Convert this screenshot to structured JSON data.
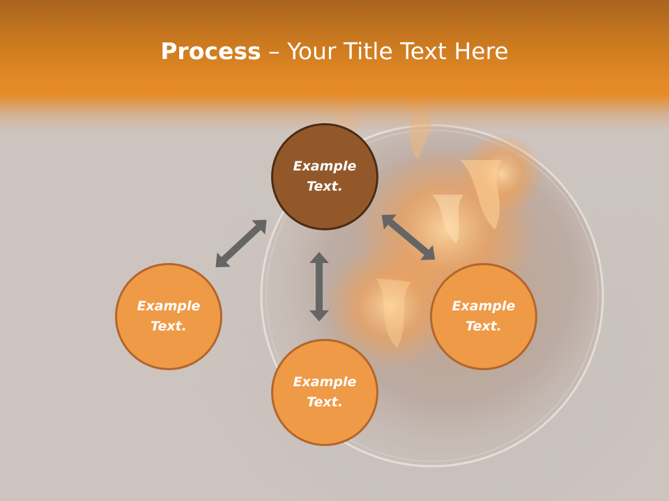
{
  "title": {
    "bold": "Process",
    "rest": " – Your Title Text Here"
  },
  "nodes": {
    "top": {
      "line1": "Example",
      "line2": "Text."
    },
    "left": {
      "line1": "Example",
      "line2": "Text."
    },
    "right": {
      "line1": "Example",
      "line2": "Text."
    },
    "bottom": {
      "line1": "Example",
      "line2": "Text."
    }
  },
  "colors": {
    "header_orange": "#e38a26",
    "node_fill": "#ef9a46",
    "node_border": "#b3652b",
    "center_node_fill": "#93582a",
    "arrow": "#656565"
  },
  "icons": {
    "arrow_shape": "double-headed-arrow"
  }
}
